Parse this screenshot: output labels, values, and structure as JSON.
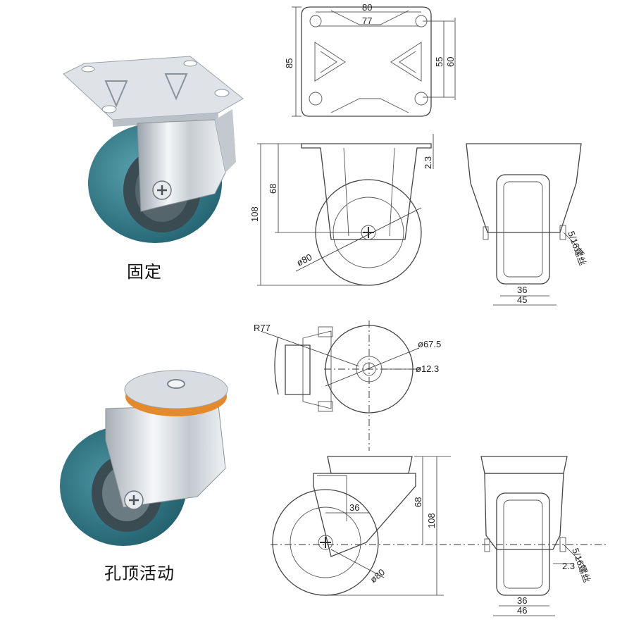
{
  "captions": {
    "fixed": "固定",
    "bolt_swivel": "孔顶活动"
  },
  "fixed_top_view": {
    "width_80": "80",
    "width_77": "77",
    "height_85": "85",
    "height_55": "55",
    "height_60": "60"
  },
  "fixed_side_view": {
    "height_108": "108",
    "height_68": "68",
    "plate_2_3": "2.3",
    "wheel_dia": "ø80"
  },
  "fixed_front_view": {
    "axle": "5/16螺丝",
    "width_36": "36",
    "width_45": "45"
  },
  "swivel_top_view": {
    "swivel_radius": "R77",
    "wheel_dia": "ø67.5",
    "bolt_hole": "ø12.3"
  },
  "swivel_side_view": {
    "offset_36": "36",
    "height_68": "68",
    "height_108": "108",
    "wheel_dia": "ø80"
  },
  "swivel_front_view": {
    "axle": "5/16螺丝",
    "plate_2_3": "2.3",
    "width_36": "36",
    "width_46": "46"
  },
  "colors": {
    "wheel_teal": "#2f7d8c",
    "orange_ring": "#e58a2a",
    "steel": "#d8dde2",
    "line": "#444444"
  }
}
